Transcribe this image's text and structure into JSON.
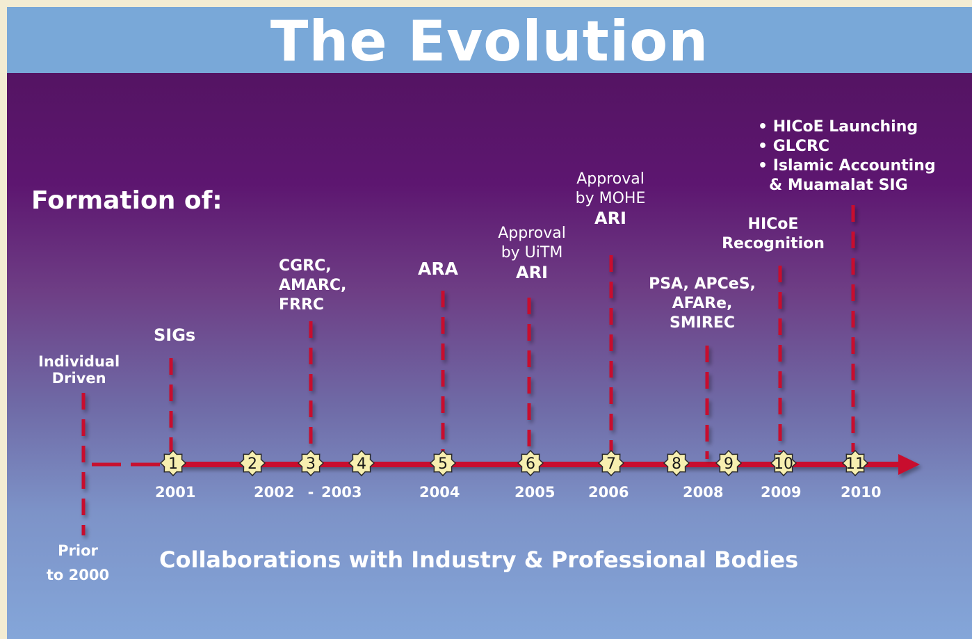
{
  "title": "The Evolution",
  "formation_label": "Formation of:",
  "bottom_caption": "Collaborations with Industry & Professional Bodies",
  "prior": {
    "line1": "Prior",
    "line2": "to 2000"
  },
  "individual": {
    "line1": "Individual",
    "line2": "Driven"
  },
  "milestones": [
    {
      "num": "1",
      "year": "2001"
    },
    {
      "num": "2",
      "year": "2002"
    },
    {
      "num": "3",
      "year": "-"
    },
    {
      "num": "4",
      "year": "2003"
    },
    {
      "num": "5",
      "year": "2004"
    },
    {
      "num": "6",
      "year": "2005"
    },
    {
      "num": "7",
      "year": "2006"
    },
    {
      "num": "8",
      "year": "2008"
    },
    {
      "num": "9",
      "year": ""
    },
    {
      "num": "10",
      "year": "2009"
    },
    {
      "num": "11",
      "year": "2010"
    }
  ],
  "events": {
    "sigs": "SIGs",
    "cgrc": [
      "CGRC,",
      "AMARC,",
      "FRRC"
    ],
    "ara": "ARA",
    "uitm": {
      "line1": "Approval",
      "line2": "by UiTM",
      "line3": "ARI"
    },
    "mohe": {
      "line1": "Approval",
      "line2": "by MOHE",
      "line3": "ARI"
    },
    "psa": [
      "PSA, APCeS,",
      "AFARe,",
      "SMIREC"
    ],
    "hicoe_recognition": [
      "HICoE",
      "Recognition"
    ],
    "hicoe_list": [
      "• HICoE Launching",
      "• GLCRC",
      "• Islamic Accounting",
      "& Muamalat SIG"
    ]
  },
  "colors": {
    "line": "#c8102e",
    "badge_fill": "#f7efb0",
    "title_bar": "#79a8d8"
  }
}
